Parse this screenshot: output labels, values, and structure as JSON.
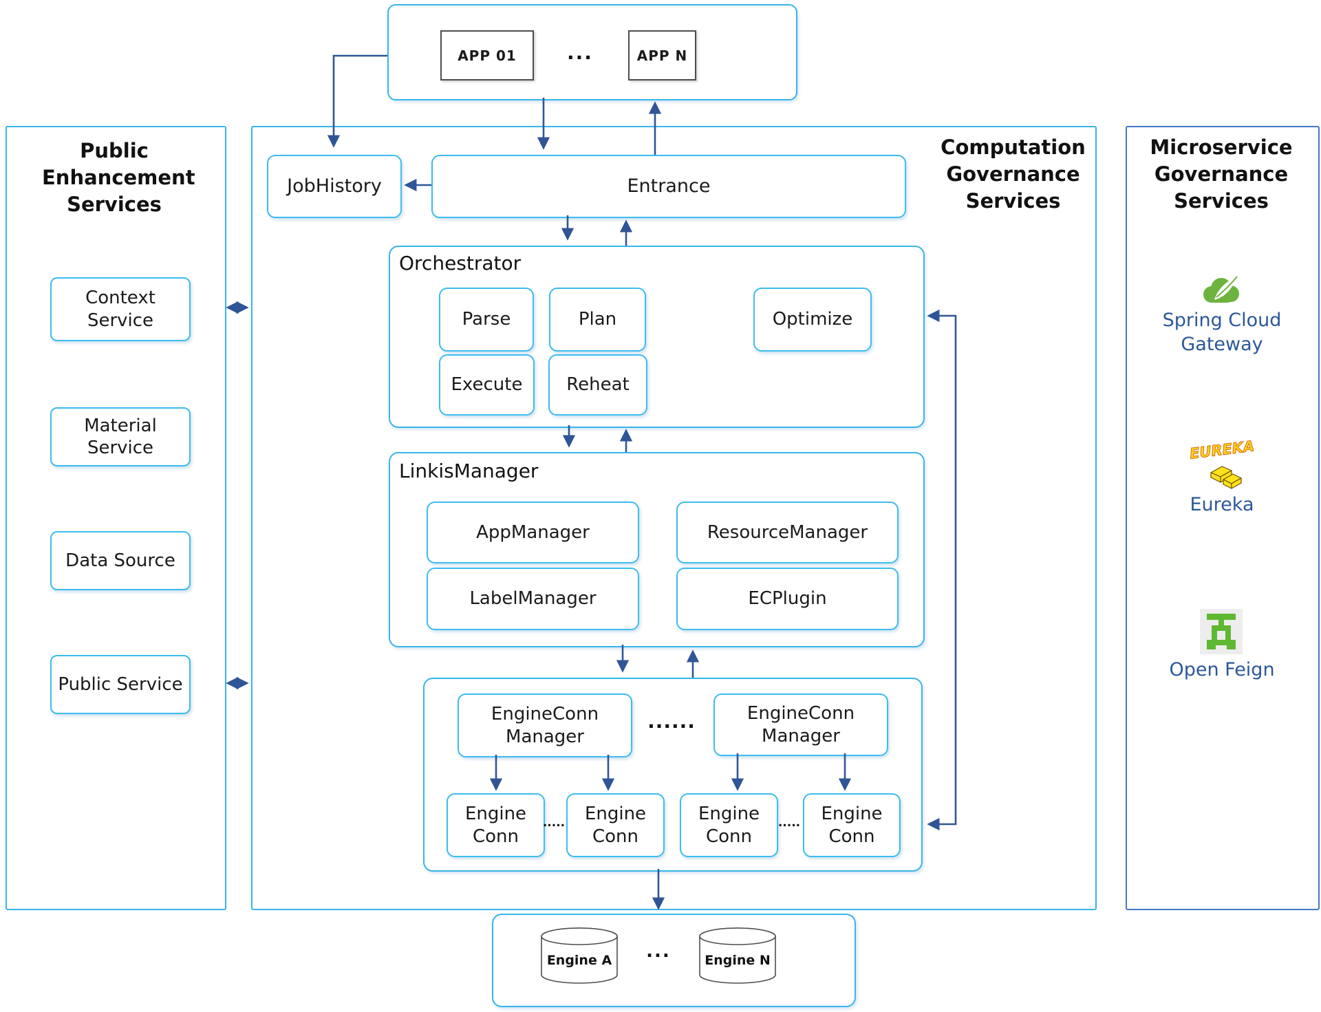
{
  "colors": {
    "cyan_border": "#36b5ea",
    "right_panel_border": "#4477c8",
    "arrow_blue": "#2f5597",
    "brand_blue": "#2b579a",
    "spring_green": "#6db33f",
    "feign_green": "#5fb832",
    "eureka_yellow": "#ffd21e",
    "app_box_border": "#4d4d4d"
  },
  "top": {
    "app_01": "APP 01",
    "dots": "...",
    "app_n": "APP N"
  },
  "left_panel": {
    "title": "Public Enhancement Services",
    "items": [
      "Context Service",
      "Material Service",
      "Data Source",
      "Public Service"
    ]
  },
  "middle_panel": {
    "title": "Computation Governance Services",
    "jobhistory": "JobHistory",
    "entrance": "Entrance",
    "orchestrator": {
      "label": "Orchestrator",
      "row1": [
        "Parse",
        "Plan",
        "Optimize"
      ],
      "row2": [
        "Execute",
        "Reheat"
      ]
    },
    "linkis": {
      "label": "LinkisManager",
      "boxes": [
        "AppManager",
        "ResourceManager",
        "LabelManager",
        "ECPlugin"
      ]
    },
    "engineconn": {
      "manager": "EngineConn Manager",
      "dots": "......",
      "conn": "Engine Conn",
      "conn_dots": "....."
    }
  },
  "engines": {
    "a": "Engine A",
    "dots": "...",
    "n": "Engine N"
  },
  "right_panel": {
    "title": "Microservice Governance Services",
    "services": [
      {
        "name": "Spring Cloud Gateway"
      },
      {
        "name": "Eureka"
      },
      {
        "name": "Open Feign"
      }
    ]
  }
}
